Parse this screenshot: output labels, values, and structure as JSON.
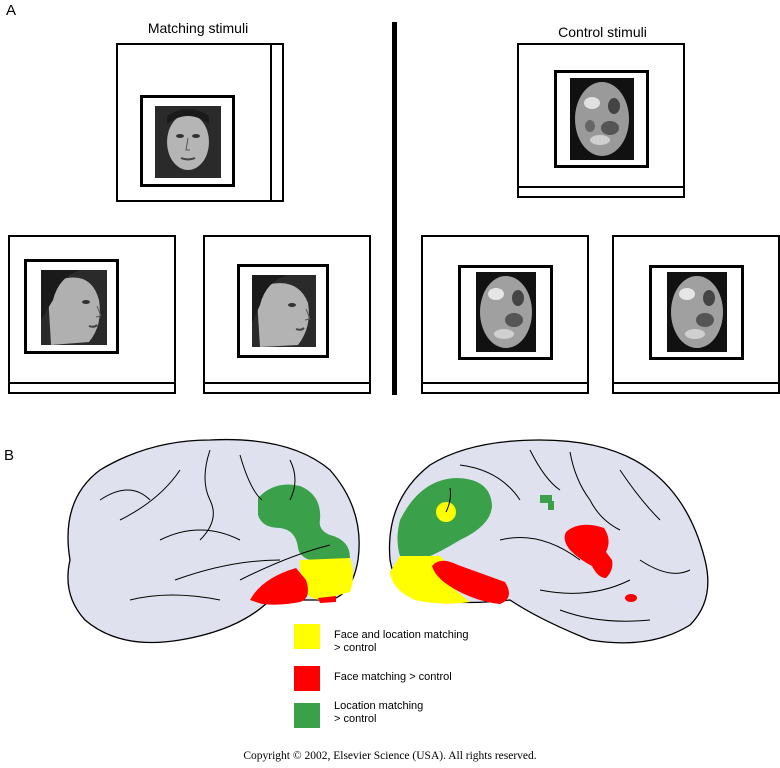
{
  "panels": {
    "a_label": "A",
    "b_label": "B"
  },
  "stimuli": {
    "matching_heading": "Matching stimuli",
    "control_heading": "Control stimuli"
  },
  "legend": {
    "items": [
      {
        "text_line1": "Face and location matching",
        "text_line2": "> control",
        "color": "#ffff00"
      },
      {
        "text_line1": "Face matching > control",
        "text_line2": "",
        "color": "#ff0000"
      },
      {
        "text_line1": "Location matching",
        "text_line2": "> control",
        "color": "#3aa14a"
      }
    ]
  },
  "colors": {
    "brain_fill": "#dfe2ee",
    "yellow": "#ffff00",
    "red": "#ff0000",
    "green": "#3aa14a"
  },
  "footer": {
    "copyright": "Copyright © 2002, Elsevier Science (USA). All rights reserved."
  }
}
